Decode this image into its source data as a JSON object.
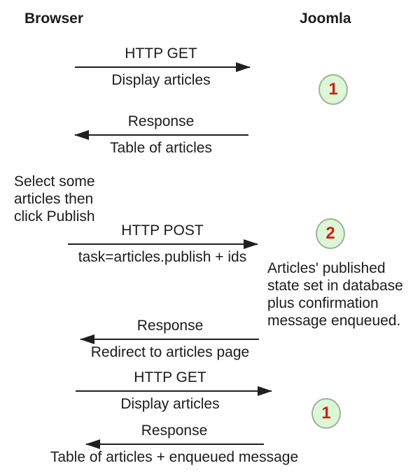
{
  "actors": {
    "browser": "Browser",
    "joomla": "Joomla"
  },
  "messages": [
    {
      "title": "HTTP GET",
      "subtitle": "Display articles",
      "direction": "right"
    },
    {
      "title": "Response",
      "subtitle": "Table of articles",
      "direction": "left"
    },
    {
      "title": "HTTP POST",
      "subtitle": "task=articles.publish + ids",
      "direction": "right"
    },
    {
      "title": "Response",
      "subtitle": "Redirect to articles page",
      "direction": "left"
    },
    {
      "title": "HTTP GET",
      "subtitle": "Display articles",
      "direction": "right"
    },
    {
      "title": "Response",
      "subtitle": "Table of articles + enqueued message",
      "direction": "left"
    }
  ],
  "notes": {
    "browser_note": "Select some\narticles then\nclick Publish",
    "joomla_note": "Articles' published\nstate set in database\nplus confirmation\nmessage enqueued."
  },
  "badges": [
    {
      "value": "1"
    },
    {
      "value": "2"
    },
    {
      "value": "1"
    }
  ],
  "colors": {
    "background": "#ffffff",
    "text": "#1b1b1b",
    "line": "#1f1f1f",
    "badge_fill": "#ddf6d6",
    "badge_border": "#9cb49c",
    "badge_text": "#cc2211"
  }
}
